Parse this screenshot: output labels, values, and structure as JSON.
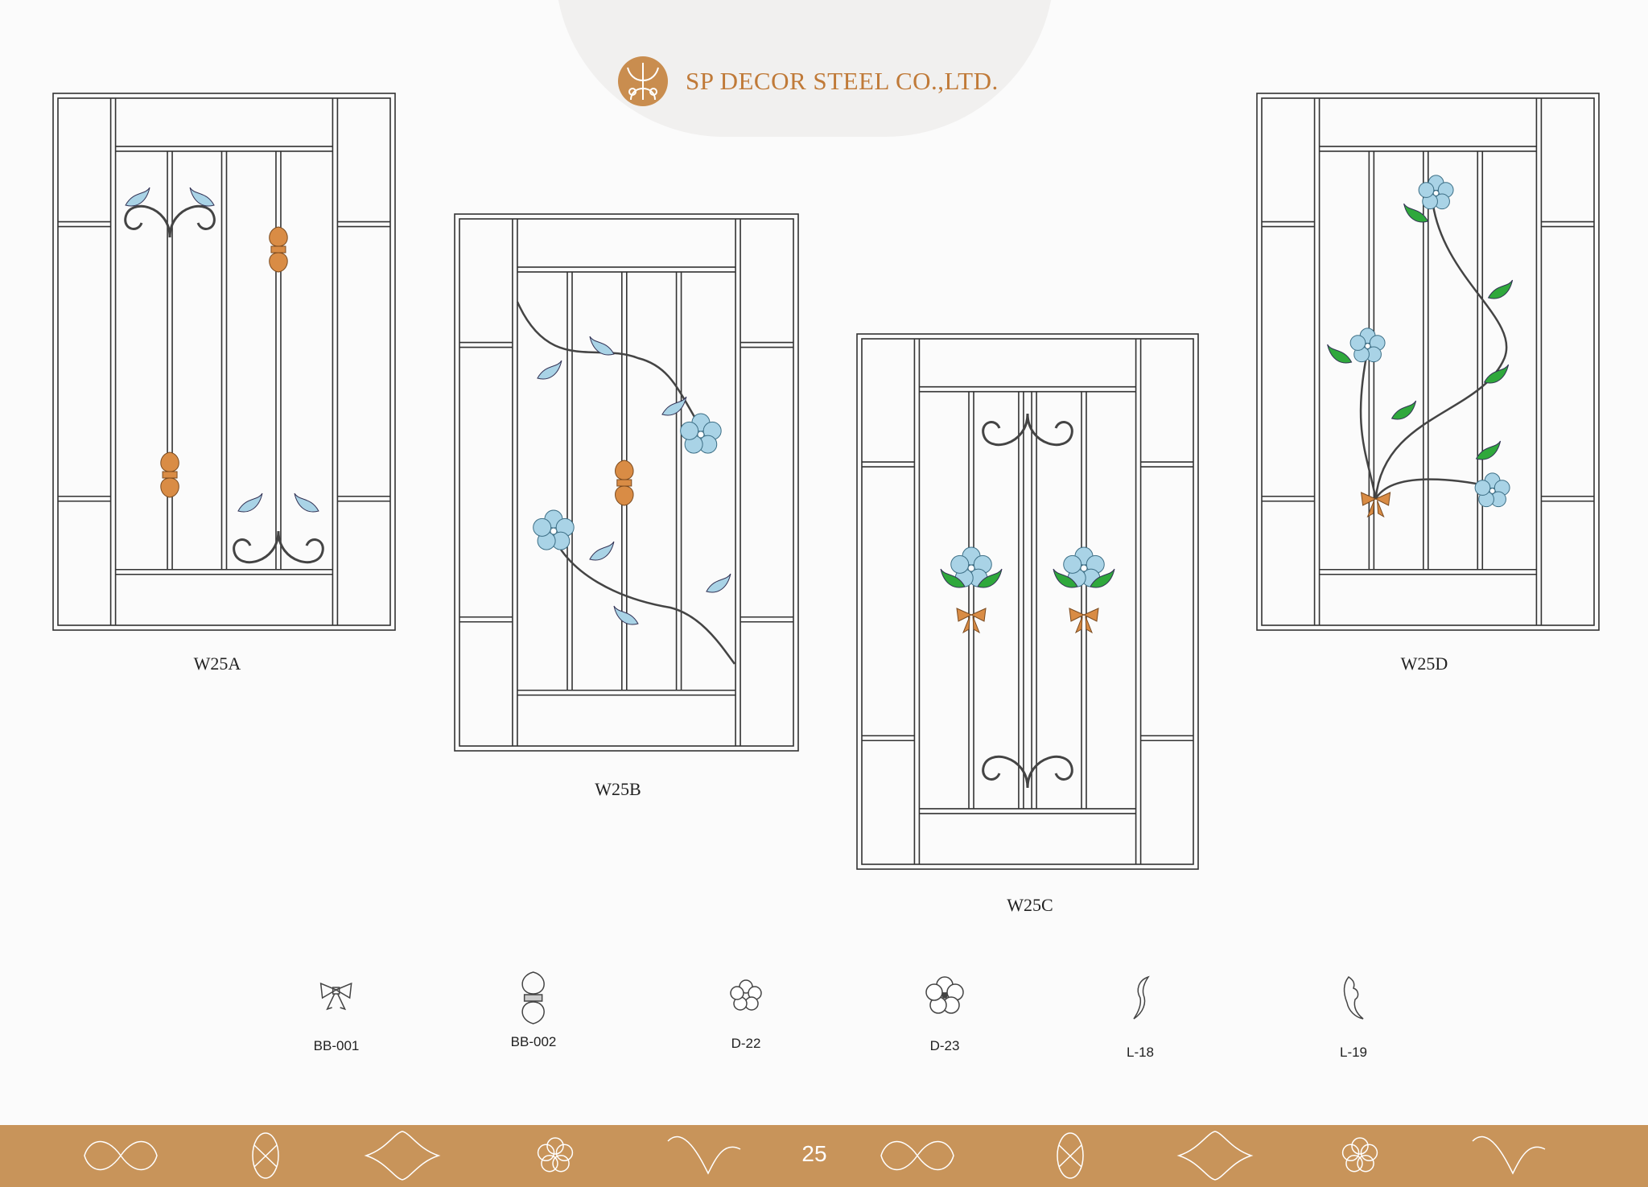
{
  "header": {
    "company_name": "SP DECOR STEEL CO.,LTD.",
    "logo_icon": "tree-medallion-logo"
  },
  "designs": [
    {
      "code": "W25A"
    },
    {
      "code": "W25B"
    },
    {
      "code": "W25C"
    },
    {
      "code": "W25D"
    }
  ],
  "parts": [
    {
      "code": "BB-001",
      "icon": "bow-icon"
    },
    {
      "code": "BB-002",
      "icon": "double-shell-icon"
    },
    {
      "code": "D-22",
      "icon": "flower-icon"
    },
    {
      "code": "D-23",
      "icon": "flower-icon"
    },
    {
      "code": "L-18",
      "icon": "leaf-icon"
    },
    {
      "code": "L-19",
      "icon": "leaf-icon"
    }
  ],
  "footer": {
    "page_number": "25"
  },
  "colors": {
    "accent": "#c8945a",
    "brand_text": "#c07a38",
    "ornament_orange": "#d98c45",
    "ornament_blue": "#a9d3e6",
    "ornament_green": "#2fa83c"
  }
}
